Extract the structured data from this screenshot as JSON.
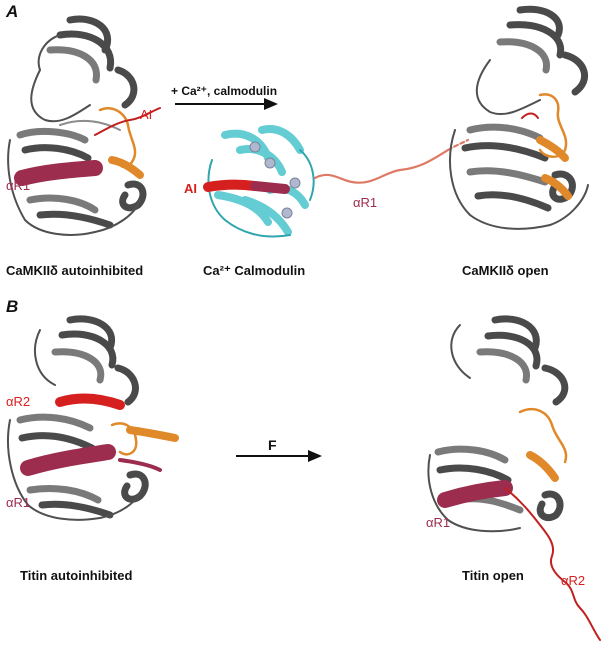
{
  "panel_a": {
    "letter": "A",
    "arrow_label": "+ Ca²⁺, calmodulin",
    "left": {
      "caption": "CaMKIIδ autoinhibited",
      "label_ai": "AI",
      "label_r1": "αR1"
    },
    "middle": {
      "caption": "Ca²⁺ Calmodulin",
      "label_ai": "AI",
      "label_r1": "αR1"
    },
    "right": {
      "caption": "CaMKIIδ open"
    }
  },
  "panel_b": {
    "letter": "B",
    "arrow_label": "F",
    "left": {
      "caption": "Titin autoinhibited",
      "label_r2": "αR2",
      "label_r1": "αR1"
    },
    "right": {
      "caption": "Titin open",
      "label_r1": "αR1",
      "label_r2": "αR2"
    }
  },
  "colors": {
    "kinase_gray": "#4a4a4a",
    "autoinhibitory_red": "#d61f1f",
    "helix_maroon": "#9c2d4f",
    "activation_loop_orange": "#e0892a",
    "calmodulin_cyan": "#63cdd3",
    "linker_salmon": "#de7a64"
  }
}
